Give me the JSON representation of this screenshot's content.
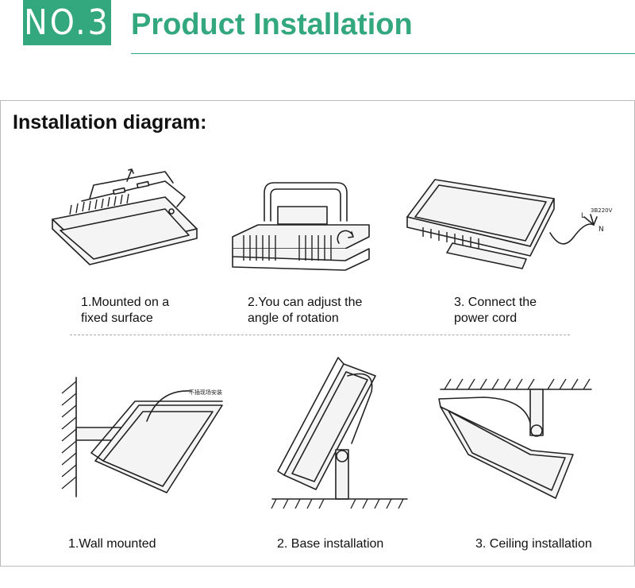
{
  "header": {
    "badge": "NO.3",
    "title": "Product Installation"
  },
  "section": {
    "heading": "Installation diagram:"
  },
  "top_row": [
    {
      "caption": "1.Mounted on a\nfixed surface"
    },
    {
      "caption": "2.You can adjust the\nangle of rotation"
    },
    {
      "caption": "3. Connect the\npower cord"
    }
  ],
  "bottom_row": [
    {
      "caption": "1.Wall mounted"
    },
    {
      "caption": "2. Base installation"
    },
    {
      "caption": "3. Ceiling installation"
    }
  ],
  "annotations": {
    "power_label": "3B220V",
    "wire_l": "L",
    "wire_n": "N",
    "wall_note": "不插现场安装"
  }
}
